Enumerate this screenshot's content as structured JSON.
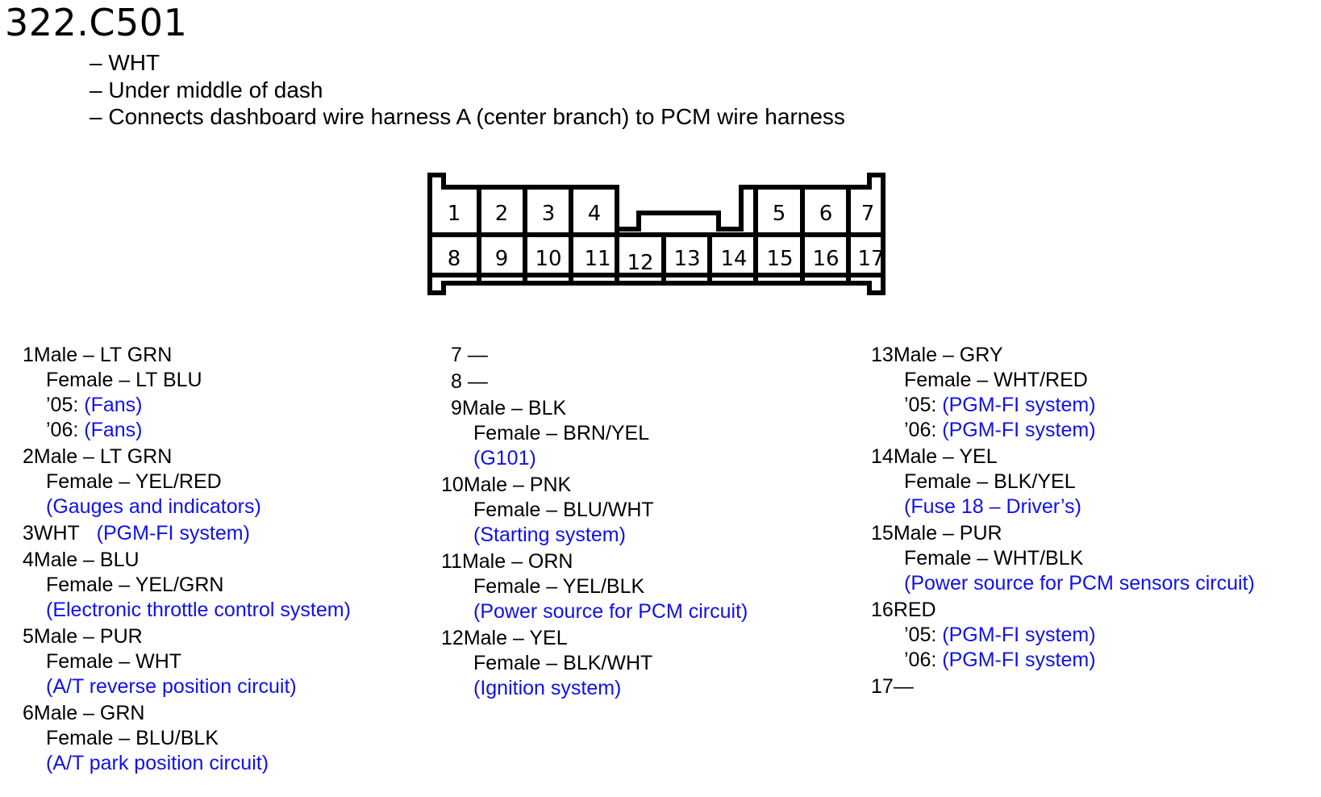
{
  "title": "322.C501",
  "description": [
    "– WHT",
    "– Under middle of dash",
    "– Connects dashboard wire harness A (center branch) to PCM wire harness"
  ],
  "connector": {
    "top_row": [
      "1",
      "2",
      "3",
      "4",
      "5",
      "6",
      "7"
    ],
    "bottom_row": [
      "8",
      "9",
      "10",
      "11",
      "12",
      "13",
      "14",
      "15",
      "16",
      "17"
    ],
    "color": "#000000"
  },
  "link_color": "#1010ee",
  "columns": [
    {
      "entries": [
        {
          "pin": "1",
          "head": "Male – LT GRN",
          "lines": [
            {
              "text": "Female – LT BLU"
            },
            {
              "prefix": "’05: ",
              "ref": "(Fans)"
            },
            {
              "prefix": "’06: ",
              "ref": "(Fans)"
            }
          ]
        },
        {
          "pin": "2",
          "head": "Male – LT GRN",
          "lines": [
            {
              "text": "Female – YEL/RED"
            },
            {
              "ref": "(Gauges and indicators)"
            }
          ]
        },
        {
          "pin": "3",
          "head": "WHT",
          "head_ref": "(PGM-FI system)",
          "lines": []
        },
        {
          "pin": "4",
          "head": "Male – BLU",
          "lines": [
            {
              "text": "Female – YEL/GRN"
            },
            {
              "ref": "(Electronic throttle control system)"
            }
          ]
        },
        {
          "pin": "5",
          "head": "Male – PUR",
          "lines": [
            {
              "text": "Female – WHT"
            },
            {
              "ref": "(A/T reverse position circuit)"
            }
          ]
        },
        {
          "pin": "6",
          "head": "Male – GRN",
          "lines": [
            {
              "text": "Female – BLU/BLK"
            },
            {
              "ref": "(A/T park position circuit)"
            }
          ]
        }
      ]
    },
    {
      "entries": [
        {
          "pin": "7",
          "head": " —",
          "lines": []
        },
        {
          "pin": "8",
          "head": " —",
          "lines": []
        },
        {
          "pin": "9",
          "head": "Male – BLK",
          "lines": [
            {
              "text": "Female – BRN/YEL"
            },
            {
              "ref": "(G101)"
            }
          ]
        },
        {
          "pin": "10",
          "head": "Male – PNK",
          "lines": [
            {
              "text": "Female – BLU/WHT"
            },
            {
              "ref": "(Starting system)"
            }
          ]
        },
        {
          "pin": "11",
          "head": "Male – ORN",
          "lines": [
            {
              "text": "Female – YEL/BLK"
            },
            {
              "ref": "(Power source for PCM circuit)"
            }
          ]
        },
        {
          "pin": "12",
          "head": "Male – YEL",
          "lines": [
            {
              "text": "Female – BLK/WHT"
            },
            {
              "ref": "(Ignition system)"
            }
          ]
        }
      ]
    },
    {
      "entries": [
        {
          "pin": "13",
          "head": "Male – GRY",
          "lines": [
            {
              "text": "Female – WHT/RED"
            },
            {
              "prefix": "’05: ",
              "ref": "(PGM-FI system)"
            },
            {
              "prefix": "’06: ",
              "ref": "(PGM-FI system)"
            }
          ]
        },
        {
          "pin": "14",
          "head": "Male – YEL",
          "lines": [
            {
              "text": "Female – BLK/YEL"
            },
            {
              "ref": "(Fuse 18 – Driver’s)"
            }
          ]
        },
        {
          "pin": "15",
          "head": "Male – PUR",
          "lines": [
            {
              "text": "Female – WHT/BLK"
            },
            {
              "ref": "(Power source for PCM sensors circuit)"
            }
          ]
        },
        {
          "pin": "16",
          "head": "RED",
          "lines": [
            {
              "prefix": "’05: ",
              "ref": "(PGM-FI system)"
            },
            {
              "prefix": "’06: ",
              "ref": "(PGM-FI system)"
            }
          ]
        },
        {
          "pin": "17",
          "head": "—",
          "lines": []
        }
      ]
    }
  ]
}
